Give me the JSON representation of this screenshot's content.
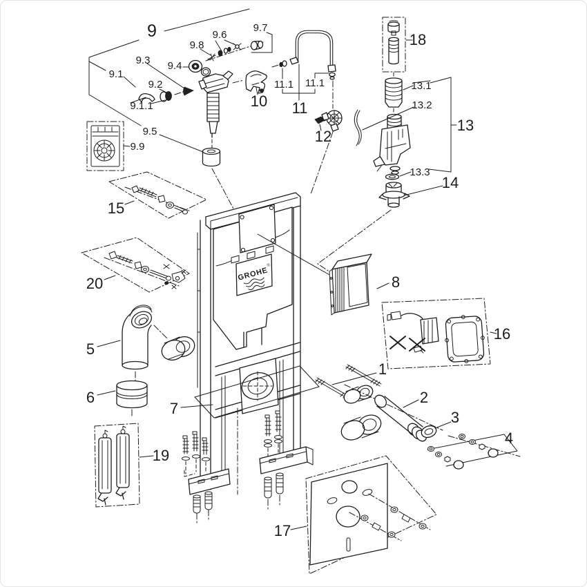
{
  "figure": {
    "background": "#ffffff",
    "line_color": "#1c1c1c",
    "border_color": "#e3e3e3",
    "brand_logo": "GROHE",
    "registered_symbol": "®"
  },
  "labels": {
    "n1": "1",
    "n2": "2",
    "n3": "3",
    "n4": "4",
    "n5": "5",
    "n6": "6",
    "n7": "7",
    "n8": "8",
    "n9": "9",
    "n9_1": "9.1",
    "n9_1_1": "9.1.1",
    "n9_2": "9.2",
    "n9_3": "9.3",
    "n9_4": "9.4",
    "n9_5": "9.5",
    "n9_6": "9.6",
    "n9_7": "9.7",
    "n9_8": "9.8",
    "n9_9": "9.9",
    "n10": "10",
    "n11": "11",
    "n11_1": "11.1",
    "n12": "12",
    "n13": "13",
    "n13_1": "13.1",
    "n13_2": "13.2",
    "n13_3": "13.3",
    "n14": "14",
    "n15": "15",
    "n16": "16",
    "n17": "17",
    "n18": "18",
    "n19": "19",
    "n20": "20"
  }
}
